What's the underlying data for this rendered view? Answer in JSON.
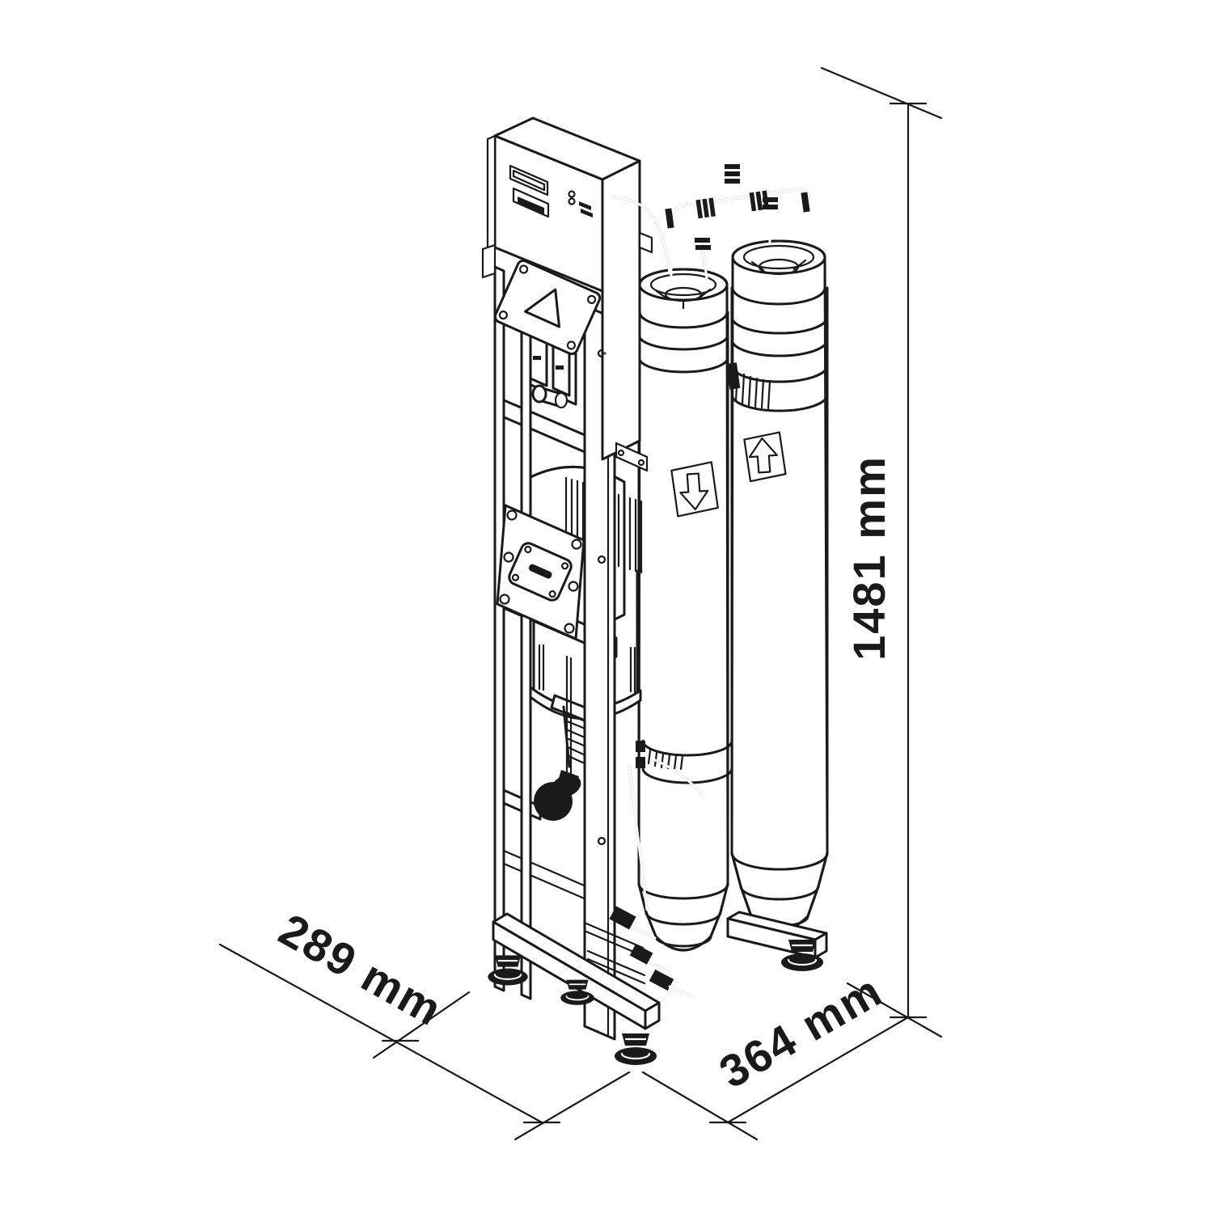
{
  "figure": {
    "type": "isometric technical line drawing",
    "subject": "vertical two-membrane reverse osmosis unit on floor stand",
    "background_color": "#ffffff",
    "line_color": "#1a1a1a"
  },
  "dimensions": {
    "height": {
      "label": "1481 mm",
      "orientation": "vertical, right side"
    },
    "depth": {
      "label": "289 mm",
      "orientation": "isometric, lower left"
    },
    "width": {
      "label": "364 mm",
      "orientation": "isometric, lower right"
    }
  },
  "icons": {
    "warning": "warning-triangle-icon",
    "flow_left_vessel": "arrow-down-sticker",
    "flow_right_vessel": "arrow-up-sticker",
    "gauge": "pressure-gauge-icon"
  }
}
